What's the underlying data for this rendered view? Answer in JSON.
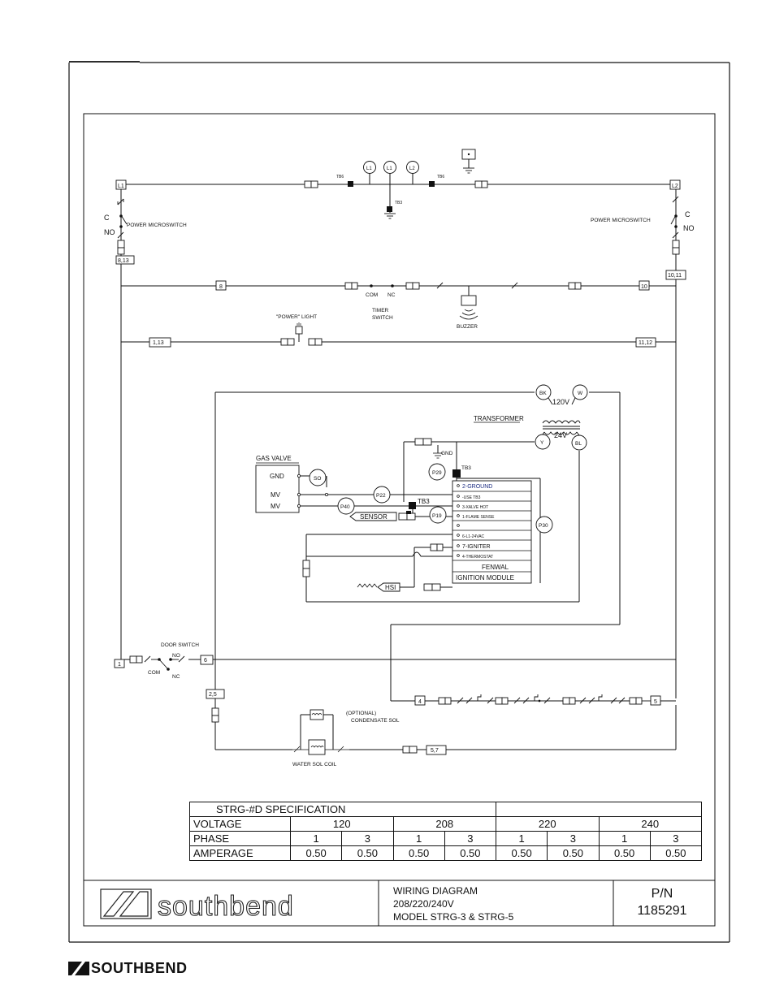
{
  "terminals": {
    "l1": "L1",
    "l2": "L2",
    "t813": "8,13",
    "t1011": "10,11",
    "t8": "8",
    "t10": "10",
    "t113": "1,13",
    "t1112": "11,12",
    "t1": "1",
    "t6": "6",
    "t25": "2,5",
    "t4": "4",
    "t5": "5",
    "t57": "5,7"
  },
  "top_bus": {
    "tb6_left": "TB6",
    "tb6_right": "TB6",
    "tb3": "TB3",
    "bubble_l1a": "L1",
    "bubble_l1b": "L1",
    "bubble_l2": "L2"
  },
  "left_switch": {
    "c": "C",
    "no": "NO",
    "label": "POWER MICROSWITCH"
  },
  "right_switch": {
    "c": "C",
    "no": "NO",
    "label": "POWER MICROSWITCH"
  },
  "timer": {
    "com": "COM",
    "nc": "NC",
    "label_1": "TIMER",
    "label_2": "SWITCH"
  },
  "buzzer": {
    "label": "BUZZER"
  },
  "power_light": {
    "label": "\"POWER\" LIGHT"
  },
  "transformer": {
    "label": "TRANSFORMER",
    "primary": "120V",
    "secondary": "24V",
    "bk": "BK",
    "w": "W",
    "y": "Y",
    "bl": "BL"
  },
  "gas_valve": {
    "label": "GAS VALVE",
    "gnd": "GND",
    "mv1": "MV",
    "mv2": "MV"
  },
  "bubbles": {
    "p22": "P22",
    "p40": "P40",
    "p19": "P19",
    "p29": "P29",
    "p30": "P30",
    "so": "SO"
  },
  "tb3_labels": {
    "upper": "TB3",
    "lower": "TB3",
    "gnd": "GND"
  },
  "sensor": "SENSOR",
  "hsi": "HSI",
  "module": {
    "pins": [
      "2-GROUND",
      "-USE TB3",
      "3-XALVE HOT",
      "1-FLAME SENSE",
      "",
      "6-L1-24VAC",
      "7-IGNITER",
      "4-THERMOSTAT"
    ],
    "brand": "FENWAL",
    "name": "IGNITION MODULE"
  },
  "door_switch": {
    "label": "DOOR SWITCH",
    "no": "NO",
    "com": "COM",
    "nc": "NC"
  },
  "condensate": {
    "line1": "(OPTIONAL)",
    "line2": "CONDENSATE SOL"
  },
  "water_sol": "WATER SOL COIL",
  "spec": {
    "title": "STRG-#D SPECIFICATION",
    "rows": [
      "VOLTAGE",
      "PHASE",
      "AMPERAGE"
    ],
    "voltages": [
      "120",
      "208",
      "220",
      "240"
    ],
    "phases": [
      "1",
      "3",
      "1",
      "3",
      "1",
      "3",
      "1",
      "3"
    ],
    "amperage": [
      "0.50",
      "0.50",
      "0.50",
      "0.50",
      "0.50",
      "0.50",
      "0.50",
      "0.50"
    ]
  },
  "title_block": {
    "logo": "southbend",
    "line1": "WIRING DIAGRAM",
    "line2": "208/220/240V",
    "line3": "MODEL STRG-3 & STRG-5",
    "pn_label": "P/N",
    "pn": "1185291"
  },
  "footer": {
    "brand": "SOUTHBEND"
  }
}
